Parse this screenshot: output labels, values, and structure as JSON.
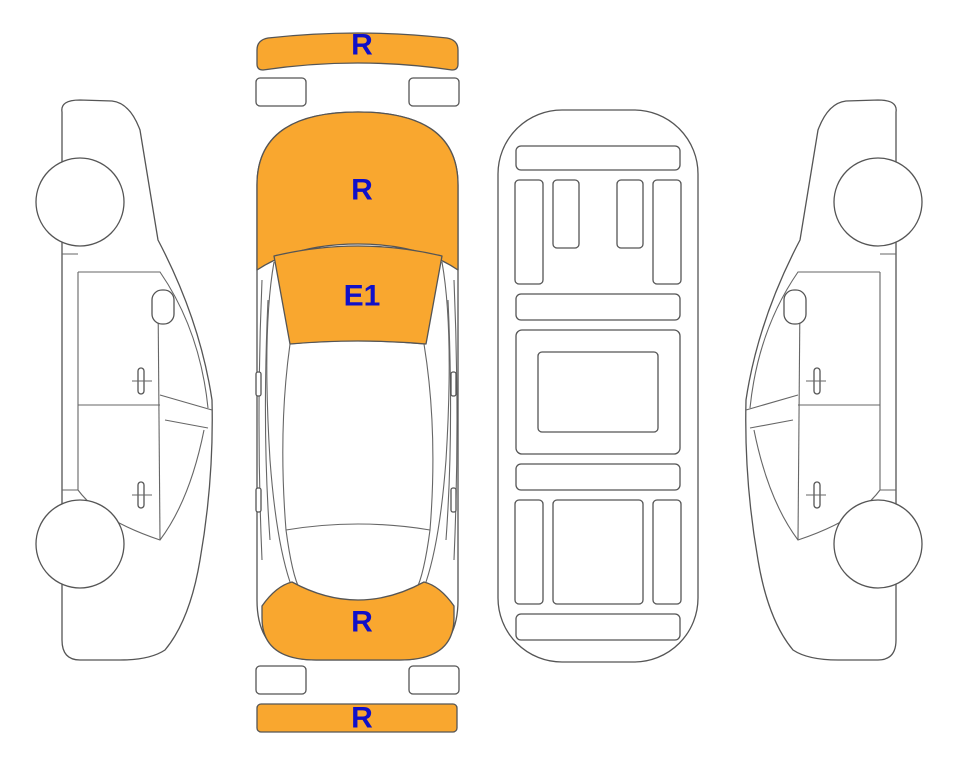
{
  "colors": {
    "damage_fill": "#f9a72f",
    "label_color": "#1010c8",
    "outline": "#555555",
    "background": "#ffffff"
  },
  "panels": {
    "front_bumper": {
      "code": "R"
    },
    "hood": {
      "code": "R"
    },
    "windshield": {
      "code": "E1"
    },
    "trunk": {
      "code": "R"
    },
    "rear_bumper": {
      "code": "R"
    }
  }
}
